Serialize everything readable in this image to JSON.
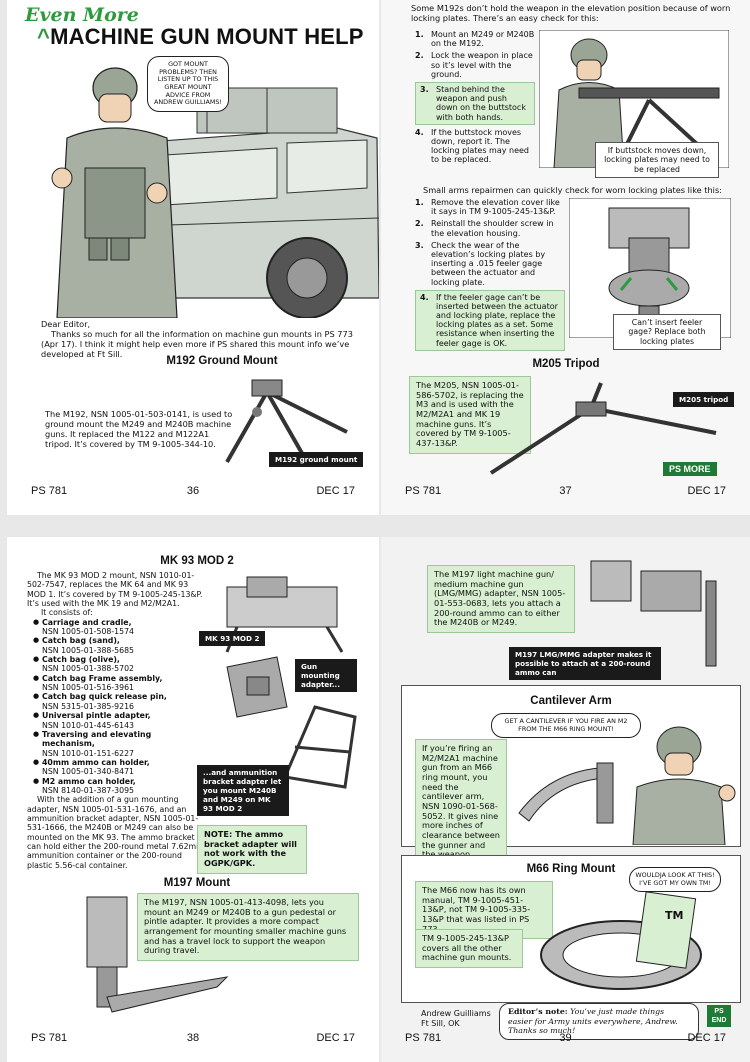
{
  "p36": {
    "header_small": "Even More",
    "header_title": "MACHINE GUN MOUNT HELP",
    "bubble": "GOT MOUNT PROBLEMS? THEN LISTEN UP TO THIS GREAT MOUNT ADVICE FROM ANDREW GUILLIAMS!",
    "letter_salutation": "Dear Editor,",
    "letter_body": "Thanks so much for all the information on machine gun mounts in PS 773 (Apr 17). I think it might help even more if PS shared this mount info we’ve developed at Ft Sill.",
    "section_title": "M192 Ground Mount",
    "section_text": "The M192, NSN 1005-01-503-0141, is used to ground mount the M249 and M240B machine guns. It replaced the M122 and M122A1 tripod. It’s covered by TM 9-1005-344-10.",
    "label": "M192 ground mount",
    "footer": {
      "left": "PS 781",
      "mid": "36",
      "right": "DEC 17"
    }
  },
  "p37": {
    "intro": "Some M192s don’t hold the weapon in the elevation position because of worn locking plates. There’s an easy check for this:",
    "steps1": [
      {
        "n": "1.",
        "t": "Mount an M249 or M240B on the M192."
      },
      {
        "n": "2.",
        "t": "Lock the weapon in place so it’s level with the ground."
      },
      {
        "n": "3.",
        "t": "Stand behind the weapon and push down on the buttstock with both hands."
      },
      {
        "n": "4.",
        "t": "If the buttstock moves down, report it. The locking plates may need to be replaced."
      }
    ],
    "caption1": "If buttstock moves down, locking plates may need to be replaced",
    "intro2": "Small arms repairmen can quickly check for worn locking plates like this:",
    "steps2": [
      {
        "n": "1.",
        "t": "Remove the elevation cover like it says in TM 9-1005-245-13&P."
      },
      {
        "n": "2.",
        "t": "Reinstall the shoulder screw in the elevation housing."
      },
      {
        "n": "3.",
        "t": "Check the wear of the elevation’s locking plates by inserting a .015 feeler gage between the actuator and locking plate."
      },
      {
        "n": "4.",
        "t": "If the feeler gage can’t be inserted between the actuator and locking plate, replace the locking plates as a set. Some resistance when inserting the feeler gage is OK."
      }
    ],
    "caption2": "Can’t insert feeler gage? Replace both locking plates",
    "section_title": "M205 Tripod",
    "section_text": "The M205, NSN 1005-01-586-5702, is replacing the M3 and is used with the M2/M2A1 and MK 19 machine guns. It’s covered by TM 9-1005-437-13&P.",
    "label": "M205 tripod",
    "badge": "PS MORE",
    "footer": {
      "left": "PS 781",
      "mid": "37",
      "right": "DEC 17"
    }
  },
  "p38": {
    "section_title": "MK 93 MOD 2",
    "intro": "The MK 93 MOD 2 mount, NSN 1010-01-502-7547, replaces the MK 64 and MK 93 MOD 1. It’s covered by TM 9-1005-245-13&P. It’s used with the MK 19 and M2/M2A1.",
    "consists": "It consists of:",
    "parts": [
      {
        "name": "Carriage and cradle,",
        "nsn": "NSN 1005-01-508-1574"
      },
      {
        "name": "Catch bag (sand),",
        "nsn": "NSN 1005-01-388-5685"
      },
      {
        "name": "Catch bag (olive),",
        "nsn": "NSN 1005-01-388-5702"
      },
      {
        "name": "Catch bag Frame assembly,",
        "nsn": "NSN 1005-01-516-3961"
      },
      {
        "name": "Catch bag quick release pin,",
        "nsn": "NSN 5315-01-385-9216"
      },
      {
        "name": "Universal pintle adapter,",
        "nsn": "NSN 1010-01-445-6143"
      },
      {
        "name": "Traversing and elevating mechanism,",
        "nsn": "NSN 1010-01-151-6227"
      },
      {
        "name": "40mm ammo can holder,",
        "nsn": "NSN 1005-01-340-8471"
      },
      {
        "name": "M2 ammo can holder,",
        "nsn": "NSN 8140-01-387-3095"
      }
    ],
    "outro": "With the addition of a gun mounting adapter, NSN 1005-01-531-1676, and an ammunition bracket adapter, NSN 1005-01-531-1666, the M240B or M249 can also be mounted on the MK 93. The ammo bracket can hold either the 200-round metal 7.62mm ammunition container or the 200-round plastic 5.56-cal container.",
    "label_mk93": "MK 93 MOD 2",
    "label_gun": "Gun mounting adapter...",
    "label_ammo": "...and ammunition bracket adapter let you mount M240B and M249 on MK 93 MOD 2",
    "note": "NOTE: The ammo bracket adapter will not work with the OGPK/GPK.",
    "m197_title": "M197 Mount",
    "m197_text": "The M197, NSN 1005-01-413-4098, lets you mount an M249 or M240B to a gun pedestal or pintle adapter. It provides a more compact arrangement for mounting smaller machine guns and has a travel lock to support the weapon during travel.",
    "footer": {
      "left": "PS 781",
      "mid": "38",
      "right": "DEC 17"
    }
  },
  "p39": {
    "adapter_text": "The M197 light machine gun/ medium machine gun (LMG/MMG) adapter, NSN 1005-01-553-0683, lets you attach a 200-round ammo can to either the M240B or M249.",
    "adapter_label": "M197 LMG/MMG adapter makes it possible to attach at a 200-round ammo can",
    "cantilever_title": "Cantilever Arm",
    "cantilever_bubble": "GET A CANTILEVER IF YOU FIRE AN M2 FROM THE M66 RING MOUNT!",
    "cantilever_text": "If you’re firing an M2/M2A1 machine gun from an M66 ring mount, you need the cantilever arm, NSN 1090-01-568-5052. It gives nine more inches of clearance between the gunner and the weapon.",
    "m66_title": "M66 Ring Mount",
    "m66_bubble": "WOULDJA LOOK AT THIS! I’VE GOT MY OWN TM!",
    "m66_text1": "The M66 now has its own manual, TM 9-1005-451-13&P, not TM 9-1005-335-13&P that was listed in PS 773.",
    "m66_text2": "TM 9-1005-245-13&P covers all the other machine gun mounts.",
    "tm_book": "TM",
    "signature_name": "Andrew Guilliams",
    "signature_place": "Ft Sill, OK",
    "editor_note_label": "Editor’s note:",
    "editor_note_text": "You’ve just made things easier for Army units everywhere, Andrew. Thanks so much!",
    "end_badge": "PS END",
    "footer": {
      "left": "PS 781",
      "mid": "39",
      "right": "DEC 17"
    }
  },
  "colors": {
    "accent_green": "#2e9a3f",
    "box_green": "#d8efd2",
    "dark_label": "#1a1a1a"
  }
}
